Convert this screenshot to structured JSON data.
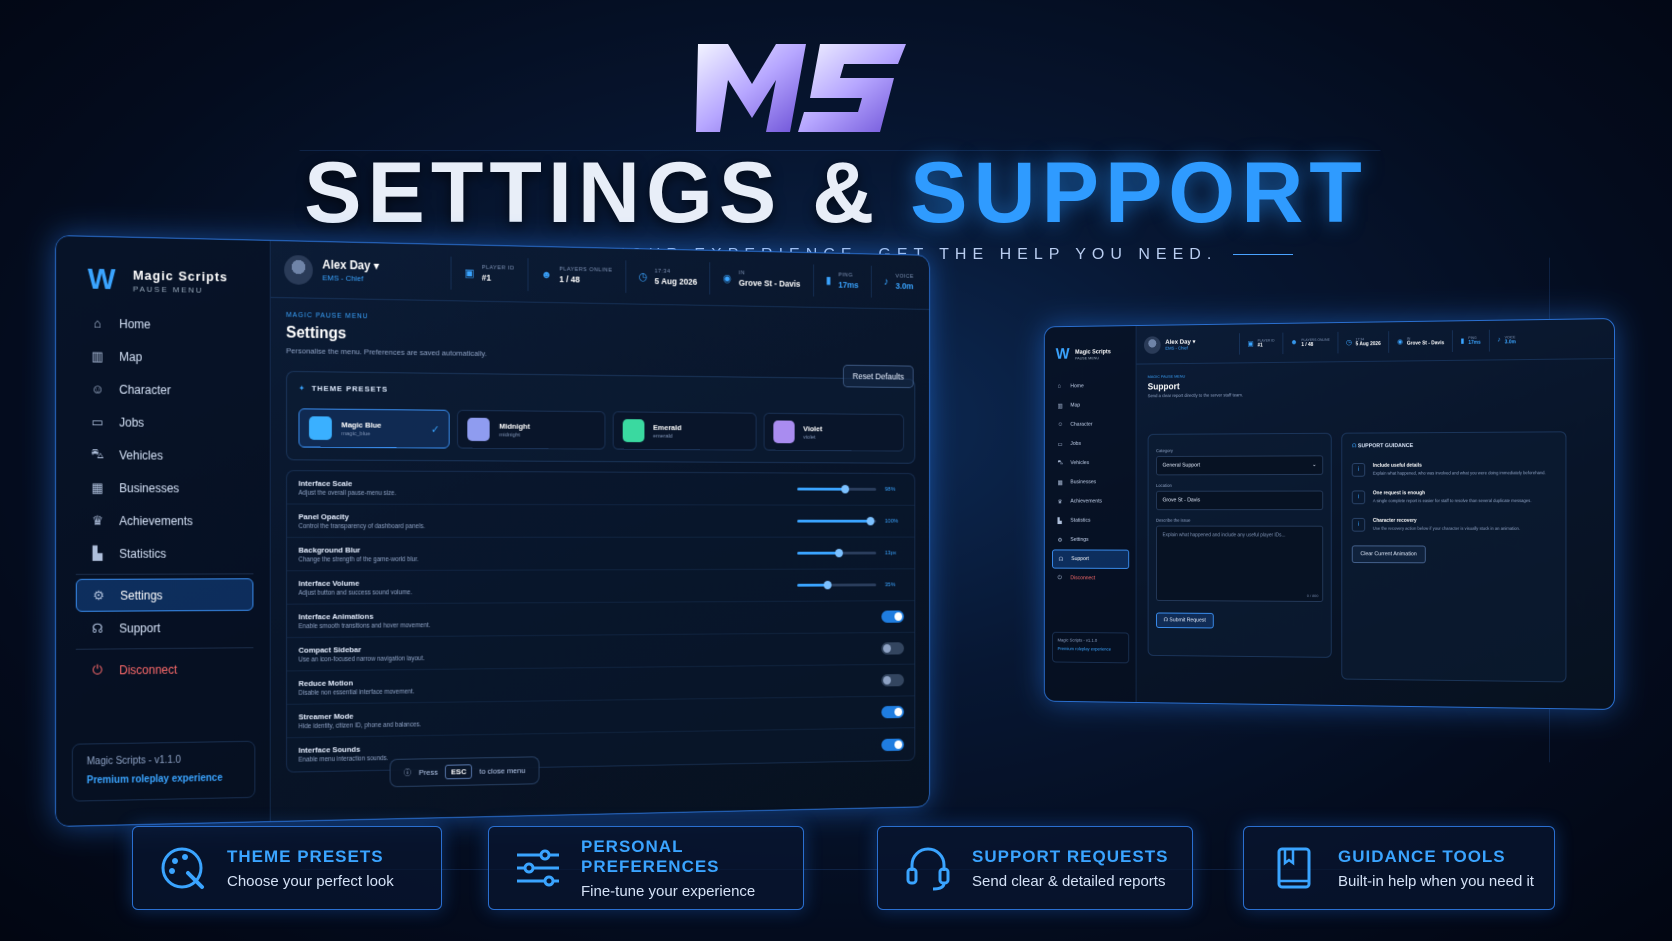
{
  "header": {
    "title_white": "SETTINGS &",
    "title_blue": "SUPPORT",
    "subtitle": "CUSTOMISE YOUR EXPERIENCE. GET THE HELP YOU NEED."
  },
  "colors": {
    "accent": "#3aa4ff",
    "danger": "#ff6b6b",
    "panel_border": "#2a6fd0"
  },
  "brand": {
    "name": "Magic Scripts",
    "sub": "PAUSE MENU"
  },
  "sidebar": {
    "items": [
      {
        "label": "Home",
        "icon": "home-icon"
      },
      {
        "label": "Map",
        "icon": "map-icon"
      },
      {
        "label": "Character",
        "icon": "user-icon"
      },
      {
        "label": "Jobs",
        "icon": "briefcase-icon"
      },
      {
        "label": "Vehicles",
        "icon": "car-icon"
      },
      {
        "label": "Businesses",
        "icon": "building-icon"
      },
      {
        "label": "Achievements",
        "icon": "trophy-icon"
      },
      {
        "label": "Statistics",
        "icon": "chart-icon"
      },
      {
        "label": "Settings",
        "icon": "gear-icon"
      },
      {
        "label": "Support",
        "icon": "headset-icon"
      },
      {
        "label": "Disconnect",
        "icon": "power-icon"
      }
    ],
    "version": "Magic Scripts - v1.1.0",
    "premium": "Premium roleplay experience"
  },
  "topbar": {
    "user_name": "Alex Day",
    "user_role": "EMS - Chief",
    "player_id_label": "PLAYER ID",
    "player_id": "#1",
    "players_label": "PLAYERS ONLINE",
    "players": "1 / 48",
    "time_label": "17:34",
    "date": "5 Aug 2026",
    "location_label": "IN",
    "location": "Grove St - Davis",
    "ping_label": "PING",
    "ping": "17ms",
    "voice_label": "VOICE",
    "voice": "3.0m"
  },
  "settings": {
    "crumb": "MAGIC PAUSE MENU",
    "title": "Settings",
    "desc": "Personalise the menu. Preferences are saved automatically.",
    "reset": "Reset Defaults",
    "theme_head": "THEME PRESETS",
    "themes": [
      {
        "name": "Magic Blue",
        "key": "magic_blue",
        "color": "#3ab0ff"
      },
      {
        "name": "Midnight",
        "key": "midnight",
        "color": "#8f9cf0"
      },
      {
        "name": "Emerald",
        "key": "emerald",
        "color": "#3ad9a0"
      },
      {
        "name": "Violet",
        "key": "violet",
        "color": "#a98cf0"
      }
    ],
    "sliders": [
      {
        "name": "Interface Scale",
        "desc": "Adjust the overall pause-menu size.",
        "value": "98%",
        "fraction": 0.6
      },
      {
        "name": "Panel Opacity",
        "desc": "Control the transparency of dashboard panels.",
        "value": "100%",
        "fraction": 0.92
      },
      {
        "name": "Background Blur",
        "desc": "Change the strength of the game-world blur.",
        "value": "13px",
        "fraction": 0.52
      },
      {
        "name": "Interface Volume",
        "desc": "Adjust button and success sound volume.",
        "value": "35%",
        "fraction": 0.38
      }
    ],
    "toggles": [
      {
        "name": "Interface Animations",
        "desc": "Enable smooth transitions and hover movement.",
        "on": true
      },
      {
        "name": "Compact Sidebar",
        "desc": "Use an icon-focused narrow navigation layout.",
        "on": false
      },
      {
        "name": "Reduce Motion",
        "desc": "Disable non essential interface movement.",
        "on": false
      },
      {
        "name": "Streamer Mode",
        "desc": "Hide identity, citizen ID, phone and balances.",
        "on": true
      },
      {
        "name": "Interface Sounds",
        "desc": "Enable menu interaction sounds.",
        "on": true
      }
    ],
    "esc_press": "Press",
    "esc_key": "ESC",
    "esc_text": "to close menu"
  },
  "support": {
    "crumb": "MAGIC PAUSE MENU",
    "title": "Support",
    "desc": "Send a clear report directly to the server staff team.",
    "category_label": "Category",
    "category_value": "General Support",
    "location_label": "Location",
    "location_value": "Grove St - Davis",
    "issue_label": "Describe the issue",
    "issue_placeholder": "Explain what happened and include any useful player IDs...",
    "issue_count": "0 / 800",
    "submit": "Submit Request",
    "guide_head": "SUPPORT GUIDANCE",
    "guides": [
      {
        "title": "Include useful details",
        "desc": "Explain what happened, who was involved and what you were doing immediately beforehand."
      },
      {
        "title": "One request is enough",
        "desc": "A single complete report is easier for staff to resolve than several duplicate messages."
      },
      {
        "title": "Character recovery",
        "desc": "Use the recovery action below if your character is visually stuck in an animation."
      }
    ],
    "clear_btn": "Clear Current Animation",
    "disconnect": "Disconnect"
  },
  "cards": [
    {
      "title": "THEME PRESETS",
      "desc": "Choose your perfect look",
      "icon": "palette-icon"
    },
    {
      "title": "PERSONAL PREFERENCES",
      "desc": "Fine-tune your experience",
      "icon": "sliders-icon"
    },
    {
      "title": "SUPPORT REQUESTS",
      "desc": "Send clear & detailed reports",
      "icon": "headset-icon"
    },
    {
      "title": "GUIDANCE TOOLS",
      "desc": "Built-in help when you need it",
      "icon": "book-icon"
    }
  ]
}
